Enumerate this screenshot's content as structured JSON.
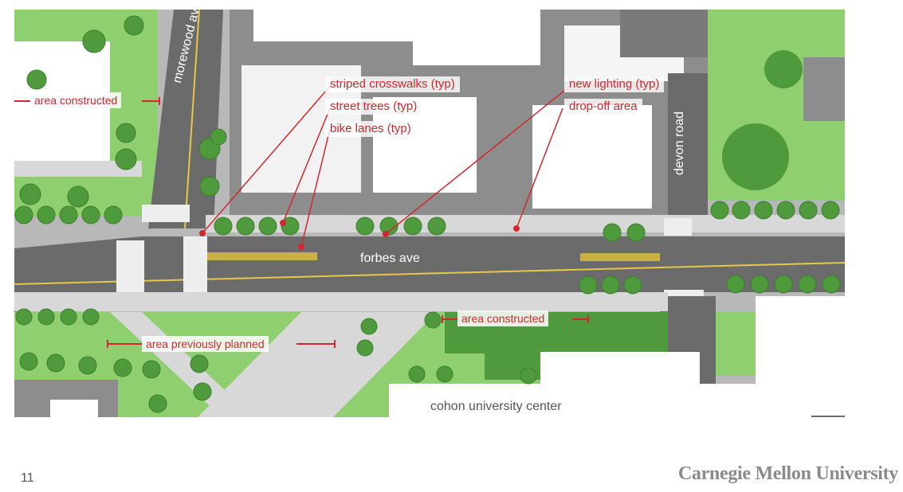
{
  "map": {
    "streets": {
      "forbes": "forbes ave",
      "morewood": "morewood ave.",
      "devon": "devon road"
    },
    "callouts": {
      "crosswalks": "striped crosswalks (typ)",
      "trees": "street trees (typ)",
      "bike": "bike lanes (typ)",
      "lighting": "new lighting (typ)",
      "dropoff": "drop-off area"
    },
    "areas": {
      "constructed_top_left": "area constructed",
      "constructed_center": "area constructed",
      "previously_planned": "area previously planned"
    },
    "building": "cohon university center",
    "colors": {
      "annotation": "#d0282e",
      "lawn": "#8fcf6f",
      "lawn_dark": "#4f9a3c",
      "road": "#6b6b6b",
      "sidewalk": "#d8d8d8"
    }
  },
  "footer": {
    "page_number": "11",
    "logo_text": "Carnegie Mellon University"
  }
}
